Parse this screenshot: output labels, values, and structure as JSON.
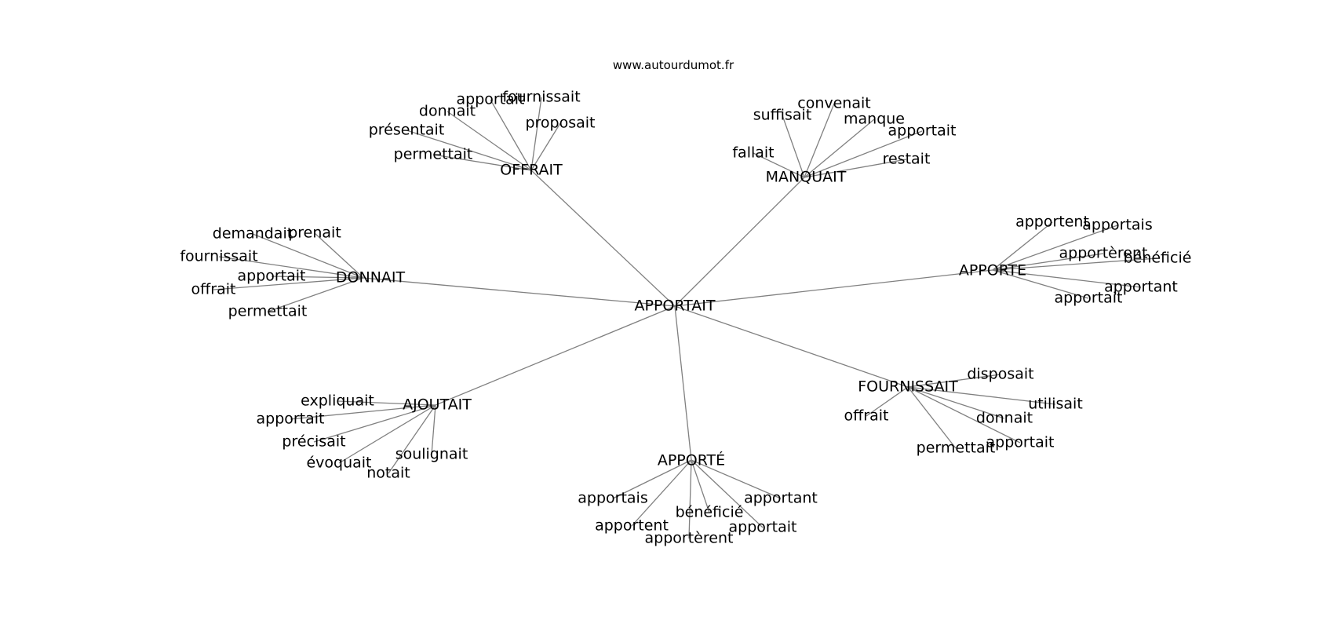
{
  "source": "www.autourdumot.fr",
  "graph": {
    "center": "APPORTAIT",
    "clusters": [
      {
        "label": "OFFRAIT",
        "leaves": [
          "apportait",
          "fournissait",
          "donnait",
          "proposait",
          "présentait",
          "permettait"
        ]
      },
      {
        "label": "MANQUAIT",
        "leaves": [
          "convenait",
          "suffisait",
          "manque",
          "apportait",
          "fallait",
          "restait"
        ]
      },
      {
        "label": "DONNAIT",
        "leaves": [
          "demandait",
          "prenait",
          "fournissait",
          "apportait",
          "offrait",
          "permettait"
        ]
      },
      {
        "label": "APPORTE",
        "leaves": [
          "apportent",
          "apportais",
          "apportèrent",
          "bénéficié",
          "apportant",
          "apportait"
        ]
      },
      {
        "label": "AJOUTAIT",
        "leaves": [
          "expliquait",
          "apportait",
          "précisait",
          "soulignait",
          "évoquait",
          "notait"
        ]
      },
      {
        "label": "FOURNISSAIT",
        "leaves": [
          "disposait",
          "utilisait",
          "offrait",
          "donnait",
          "apportait",
          "permettait"
        ]
      },
      {
        "label": "APPORTÉ",
        "leaves": [
          "apportais",
          "apportant",
          "bénéficié",
          "apportent",
          "apportait",
          "apportèrent"
        ]
      }
    ]
  }
}
